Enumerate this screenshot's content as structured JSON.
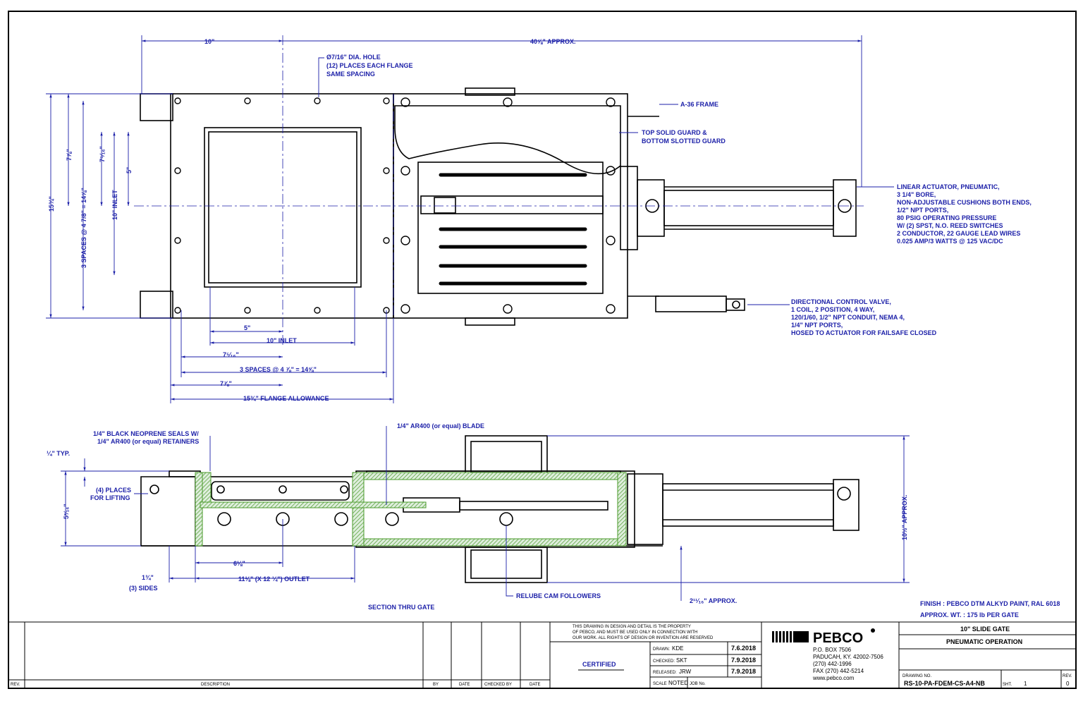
{
  "top_view": {
    "dim_10": "10\"",
    "dim_overall": "40⅝\" APPROX.",
    "hole_note": [
      "Ø7/16\" DIA. HOLE",
      "(12) PLACES EACH FLANGE",
      "SAME SPACING"
    ],
    "frame_note": "A-36 FRAME",
    "guard_note": [
      "TOP SOLID GUARD &",
      "BOTTOM SLOTTED GUARD"
    ],
    "actuator_note": [
      "LINEAR ACTUATOR, PNEUMATIC,",
      "3 1/4\" BORE,",
      "NON-ADJUSTABLE CUSHIONS BOTH ENDS,",
      "1/2\" NPT PORTS,",
      "80 PSIG OPERATING PRESSURE",
      "W/ (2) SPST, N.O. REED SWITCHES",
      "2 CONDUCTOR, 22 GAUGE LEAD WIRES",
      "0.025 AMP/3 WATTS @ 125 VAC/DC"
    ],
    "valve_note": [
      "DIRECTIONAL CONTROL VALVE,",
      "1 COIL, 2 POSITION, 4 WAY,",
      "120/1/60, 1/2\" NPT CONDUIT, NEMA 4,",
      "1/4\" NPT PORTS,",
      "HOSED TO ACTUATOR FOR FAILSAFE CLOSED"
    ],
    "v_dim_1534": "15¾\"",
    "v_dim_778": "7⅞\"",
    "v_dim_spaces": "3 SPACES @ 4 7/8\" = 14⅝\"",
    "v_dim_7516": "7⁵⁄₁₆\"",
    "v_dim_5": "5\"",
    "v_dim_inlet": "10\" INLET",
    "h_dim_5": "5\"",
    "h_dim_inlet": "10\" INLET",
    "h_dim_7516": "7⁵⁄₁₆\"",
    "h_dim_spaces": "3 SPACES @ 4 ⅞\" = 14⅝\"",
    "h_dim_778": "7⅞\"",
    "h_dim_flange": "15¾\" FLANGE ALLOWANCE"
  },
  "section_view": {
    "seals_note": [
      "1/4\" BLACK NEOPRENE SEALS W/",
      "1/4\" AR400 (or equal) RETAINERS"
    ],
    "blade_note": "1/4\" AR400 (or equal) BLADE",
    "typ_note": "¼\" TYP.",
    "lifting_note": [
      "(4) PLACES",
      "FOR LIFTING"
    ],
    "dim_5316": "5³⁄₁₆\"",
    "dim_618": "6⅛\"",
    "dim_134": "1¾\"",
    "sides_note": "(3) SIDES",
    "outlet_note": "11⅛\" (X 12 ¼\") OUTLET",
    "relube_note": "RELUBE CAM FOLLOWERS",
    "dim_2116": "2¹¹⁄₁₆\" APPROX.",
    "dim_1012": "10½\" APPROX.",
    "caption": "SECTION THRU GATE"
  },
  "finish": {
    "finish_line": "FINISH :  PEBCO DTM ALKYD PAINT, RAL 6018",
    "weight_line": "APPROX. WT. :  175   lb PER GATE"
  },
  "title_block": {
    "rev_label": "REV.",
    "description_label": "DESCRIPTION",
    "by_label": "BY",
    "date_label": "DATE",
    "checked_by_label": "CHECKED BY",
    "date2_label": "DATE",
    "property_note": [
      "THIS DRAWING IN DESIGN AND DETAIL IS THE PROPERTY",
      "OF PEBCO, AND MUST BE USED ONLY IN CONNECTION WITH",
      "OUR WORK.  ALL RIGHTS OF DESIGN OR INVENTION ARE RESERVED"
    ],
    "certified": "CERTIFIED",
    "drawn_label": "DRAWN:",
    "drawn_by": "KDE",
    "drawn_date": "7.6.2018",
    "checked_label": "CHECKED:",
    "checked_by": "SKT",
    "checked_date": "7.9.2018",
    "released_label": "RELEASED:",
    "released_by": "JRW",
    "released_date": "7.9.2018",
    "scale_label": "SCALE",
    "scale_value": "NOTED",
    "job_label": "JOB No.",
    "company": "PEBCO",
    "address": [
      "P.O. BOX 7506",
      "PADUCAH, KY. 42002-7506",
      "(270) 442-1996",
      "FAX (270) 442-5214",
      "www.pebco.com"
    ],
    "title1": "10\" SLIDE GATE",
    "title2": "PNEUMATIC OPERATION",
    "drawing_no_label": "DRAWING NO.",
    "drawing_no": "RS-10-PA-FDEM-CS-A4-NB",
    "sht_label": "SHT.",
    "sht_value": "1",
    "rev_no_label": "REV.",
    "rev_no": "0"
  },
  "colors": {
    "dim_blue": "#1b1fa8",
    "seal_green": "#4a9a2a",
    "line": "#000000"
  }
}
